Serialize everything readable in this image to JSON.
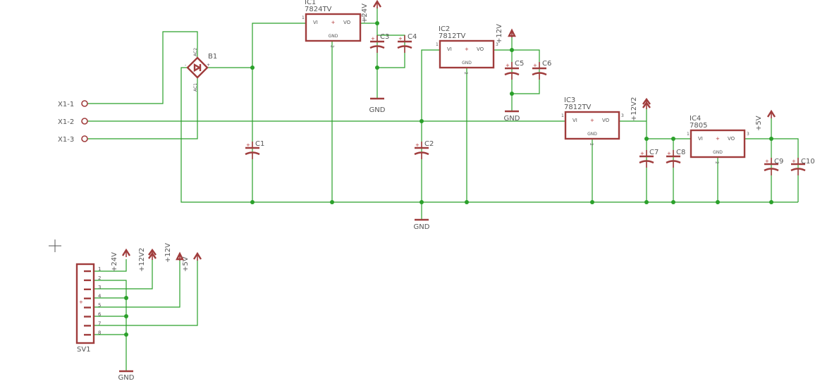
{
  "schematic": {
    "connector_x1": {
      "pins": [
        "X1-1",
        "X1-2",
        "X1-3"
      ]
    },
    "bridge": {
      "name": "B1",
      "ac1": "AC1",
      "ac2": "AC2",
      "plus": "+",
      "minus": "-"
    },
    "regulators": [
      {
        "name": "IC1",
        "value": "7824TV",
        "vi": "VI",
        "vo": "VO",
        "gnd": "GND",
        "pin_in": "1",
        "pin_gnd": "2",
        "pin_out": "3"
      },
      {
        "name": "IC2",
        "value": "7812TV",
        "vi": "VI",
        "vo": "VO",
        "gnd": "GND",
        "pin_in": "1",
        "pin_gnd": "2",
        "pin_out": "3"
      },
      {
        "name": "IC3",
        "value": "7812TV",
        "vi": "VI",
        "vo": "VO",
        "gnd": "GND",
        "pin_in": "1",
        "pin_gnd": "2",
        "pin_out": "3"
      },
      {
        "name": "IC4",
        "value": "7805",
        "vi": "VI",
        "vo": "VO",
        "gnd": "GND",
        "pin_in": "1",
        "pin_gnd": "2",
        "pin_out": "3"
      }
    ],
    "capacitors": [
      "C1",
      "C2",
      "C3",
      "C4",
      "C5",
      "C6",
      "C7",
      "C8",
      "C9",
      "C10"
    ],
    "supplies": {
      "v24": "+24V",
      "v12": "+12V",
      "v12v2": "+12V2",
      "v5": "+5V",
      "gnd": "GND"
    },
    "sv1": {
      "name": "SV1",
      "pins": [
        "1",
        "2",
        "3",
        "4",
        "5",
        "6",
        "7",
        "8"
      ]
    }
  },
  "colors": {
    "wire": "#2aa02a",
    "part": "#a03c3c",
    "text": "#555555",
    "background": "#ffffff"
  }
}
